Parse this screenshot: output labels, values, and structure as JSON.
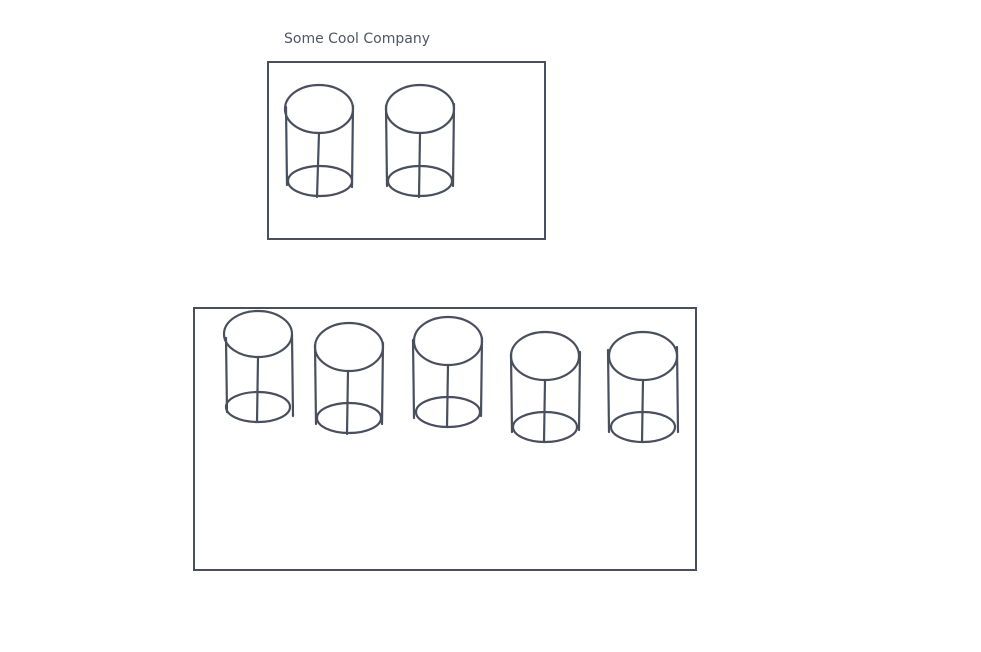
{
  "diagram": {
    "title": "Some Cool Company",
    "stroke_color": "#4a4f5e",
    "text_color": "#505668",
    "groups": [
      {
        "name": "company-group",
        "cylinder_count": 2
      },
      {
        "name": "lower-group",
        "cylinder_count": 5
      }
    ]
  }
}
